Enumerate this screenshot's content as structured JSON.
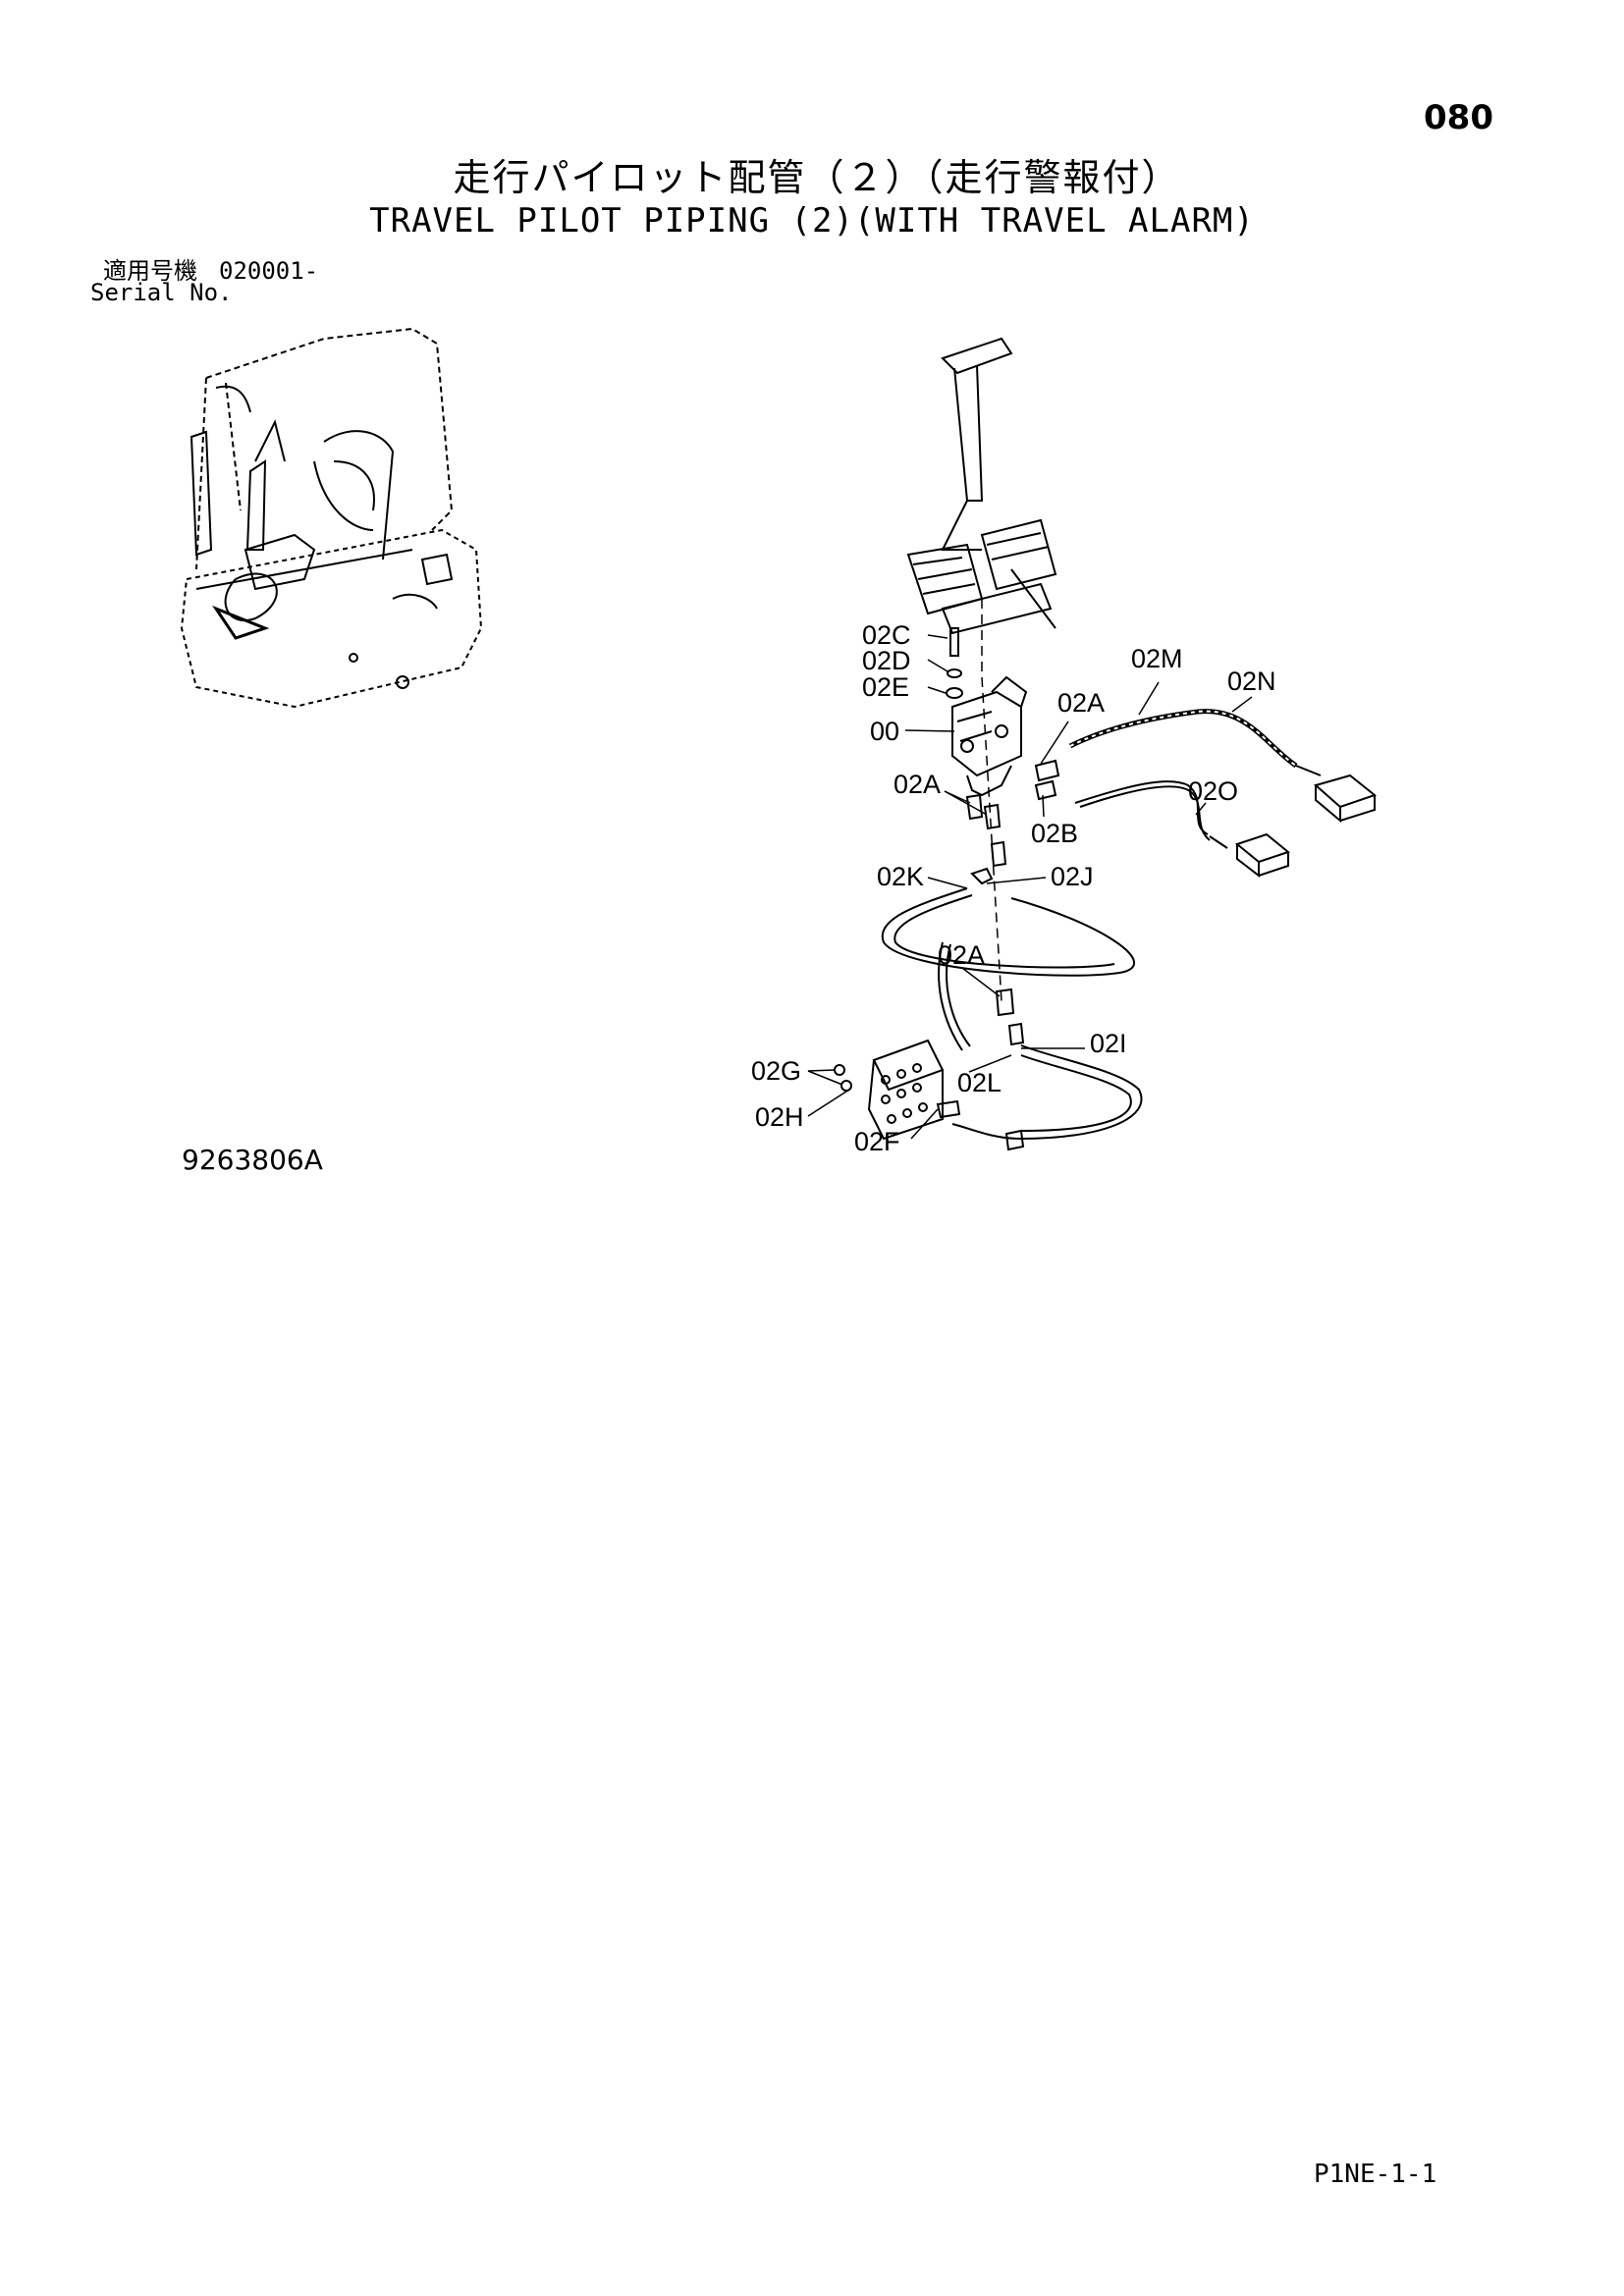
{
  "page_number": "080",
  "title_jp": "走行パイロット配管（２）（走行警報付）",
  "title_en": "TRAVEL PILOT PIPING (2)(WITH TRAVEL ALARM)",
  "serial": {
    "label_jp": "適用号機",
    "value": "020001-",
    "label_en": "Serial No."
  },
  "drawing_number": "9263806A",
  "sheet_code": "P1NE-1-1",
  "callouts": {
    "c02C": "02C",
    "c02D": "02D",
    "c02E": "02E",
    "c00": "00",
    "c02A_top": "02A",
    "c02M": "02M",
    "c02N": "02N",
    "c02A_left": "02A",
    "c02O": "02O",
    "c02B": "02B",
    "c02K": "02K",
    "c02J": "02J",
    "c02A_mid": "02A",
    "c02I": "02I",
    "c02G": "02G",
    "c02L": "02L",
    "c02H": "02H",
    "c02F": "02F"
  }
}
